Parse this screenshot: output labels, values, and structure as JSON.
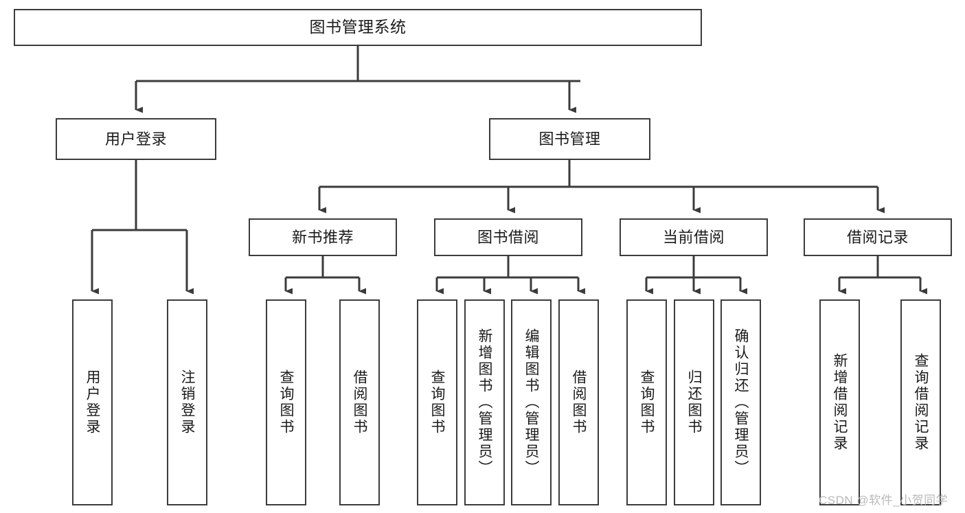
{
  "diagram": {
    "title": "图书管理系统",
    "type": "functional-decomposition-tree",
    "colors": {
      "background": "#ffffff",
      "stroke": "#3b3b3b",
      "text": "#1a1a1a",
      "watermark": "#b9b9b9"
    },
    "root": {
      "label": "图书管理系统"
    },
    "level2": [
      {
        "label": "用户登录"
      },
      {
        "label": "图书管理"
      }
    ],
    "level3": [
      {
        "label": "新书推荐"
      },
      {
        "label": "图书借阅"
      },
      {
        "label": "当前借阅"
      },
      {
        "label": "借阅记录"
      }
    ],
    "leaves": {
      "user_login": [
        {
          "label": "用户登录"
        },
        {
          "label": "注销登录"
        }
      ],
      "new_book_recommend": [
        {
          "label": "查询图书"
        },
        {
          "label": "借阅图书"
        }
      ],
      "book_borrow": [
        {
          "label": "查询图书"
        },
        {
          "label": "新增图书（管理员）"
        },
        {
          "label": "编辑图书（管理员）"
        },
        {
          "label": "借阅图书"
        }
      ],
      "current_borrow": [
        {
          "label": "查询图书"
        },
        {
          "label": "归还图书"
        },
        {
          "label": "确认归还（管理员）"
        }
      ],
      "borrow_record": [
        {
          "label": "新增借阅记录"
        },
        {
          "label": "查询借阅记录"
        }
      ]
    },
    "watermark": "CSDN @软件_小贺同学"
  }
}
